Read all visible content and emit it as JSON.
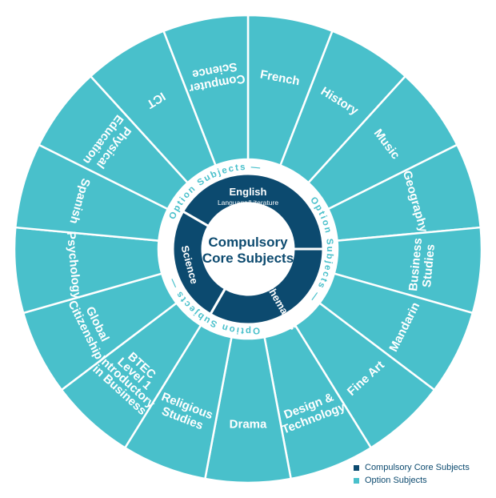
{
  "diagram": {
    "hub_title": [
      "Compulsory",
      "Core Subjects"
    ],
    "ring_label": "Option Subjects",
    "core_subjects": [
      {
        "name": "English",
        "subtitle": "Language/Literature"
      },
      {
        "name": "Mathematics"
      },
      {
        "name": "Science"
      }
    ],
    "option_subjects": [
      {
        "label": "French"
      },
      {
        "label": "History"
      },
      {
        "label": "Music"
      },
      {
        "label": "Geography"
      },
      {
        "label": "Business Studies"
      },
      {
        "label": "Mandarin"
      },
      {
        "label": "Fine Art"
      },
      {
        "label": "Design & Technology"
      },
      {
        "label": "Drama"
      },
      {
        "label": "Religious Studies"
      },
      {
        "label": "BTEC Level 1 Introductory in Business"
      },
      {
        "label": "Global Citizenship"
      },
      {
        "label": "Psychology"
      },
      {
        "label": "Spanish"
      },
      {
        "label": "Physical Education"
      },
      {
        "label": "ICT"
      },
      {
        "label": "Computer Science"
      }
    ]
  },
  "legend": {
    "core_label": "Compulsory Core Subjects",
    "option_label": "Option Subjects"
  },
  "colors": {
    "core": "#0c4a6f",
    "option": "#49c0cb",
    "background": "#ffffff"
  }
}
